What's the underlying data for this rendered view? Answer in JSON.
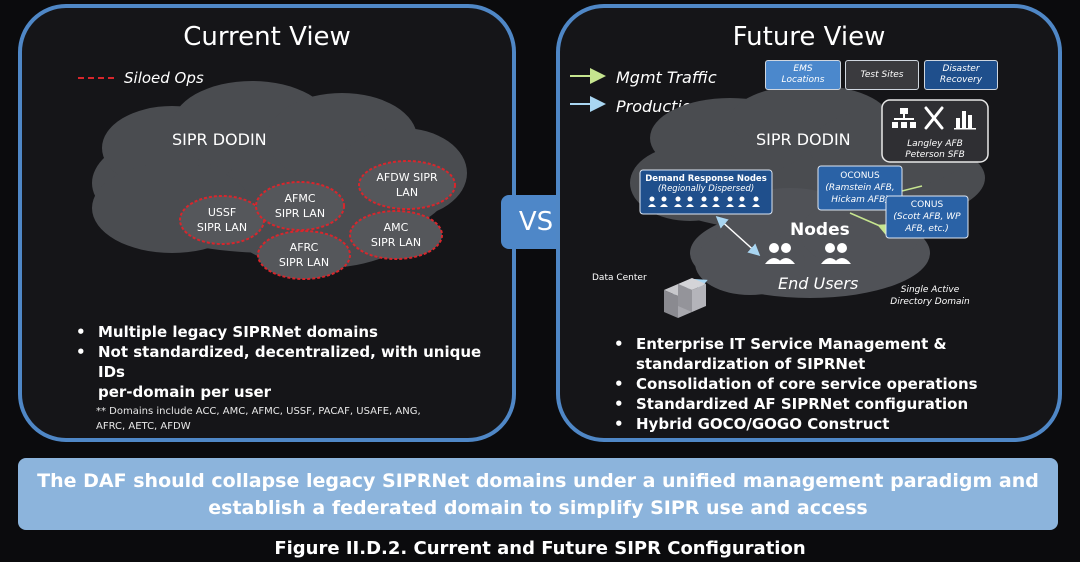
{
  "left": {
    "title": "Current View",
    "legend_label": "Siloed Ops",
    "cloud_title": "SIPR DODIN",
    "lans": {
      "ussf": [
        "USSF",
        "SIPR LAN"
      ],
      "afmc": [
        "AFMC",
        "SIPR LAN"
      ],
      "afdw": [
        "AFDW SIPR",
        "LAN"
      ],
      "amc": [
        "AMC",
        "SIPR LAN"
      ],
      "afrc": [
        "AFRC",
        "SIPR LAN"
      ]
    },
    "bullets": [
      "Multiple legacy SIPRNet domains",
      "Not standardized, decentralized, with unique IDs",
      "per-domain per user"
    ],
    "note_lines": [
      "** Domains include ACC, AMC, AFMC, USSF, PACAF, USAFE, ANG,",
      "AFRC, AETC, AFDW"
    ]
  },
  "vs": "VS",
  "right": {
    "title": "Future View",
    "legend_mgmt": "Mgmt Traffic",
    "legend_prod": "Production Traffic",
    "buttons": {
      "ems": [
        "EMS",
        "Locations"
      ],
      "test": "Test Sites",
      "dr": [
        "Disaster",
        "Recovery"
      ]
    },
    "cloud_title": "SIPR DODIN",
    "hq": [
      "Langley AFB",
      "Peterson SFB"
    ],
    "demand": [
      "Demand Response Nodes",
      "(Regionally Dispersed)"
    ],
    "oconus": [
      "OCONUS",
      "(Ramstein AFB,",
      "Hickam AFB)"
    ],
    "conus": [
      "CONUS",
      "(Scott AFB, WP",
      "AFB, etc.)"
    ],
    "nodes": "Nodes",
    "end_users": "End Users",
    "data_center": "Data Center",
    "single_active": [
      "Single Active",
      "Directory Domain"
    ],
    "bullets": [
      "Enterprise IT Service Management &",
      "standardization of SIPRNet",
      "Consolidation of core service operations",
      "Standardized AF SIPRNet configuration",
      "Hybrid GOCO/GOGO Construct"
    ]
  },
  "banner_lines": [
    "The DAF should collapse legacy SIPRNet domains under a unified management paradigm and",
    "establish a federated domain to simplify SIPR use and access"
  ],
  "caption": "Figure II.D.2. Current and Future SIPR Configuration",
  "colors": {
    "panel_border": "#4f87c6",
    "siloed_red": "#d8262c",
    "mgmt_arrow": "#c6e58f",
    "prod_arrow": "#a9d6f2",
    "accent_blue": "#1f4f8c",
    "banner": "#8cb4dc"
  }
}
